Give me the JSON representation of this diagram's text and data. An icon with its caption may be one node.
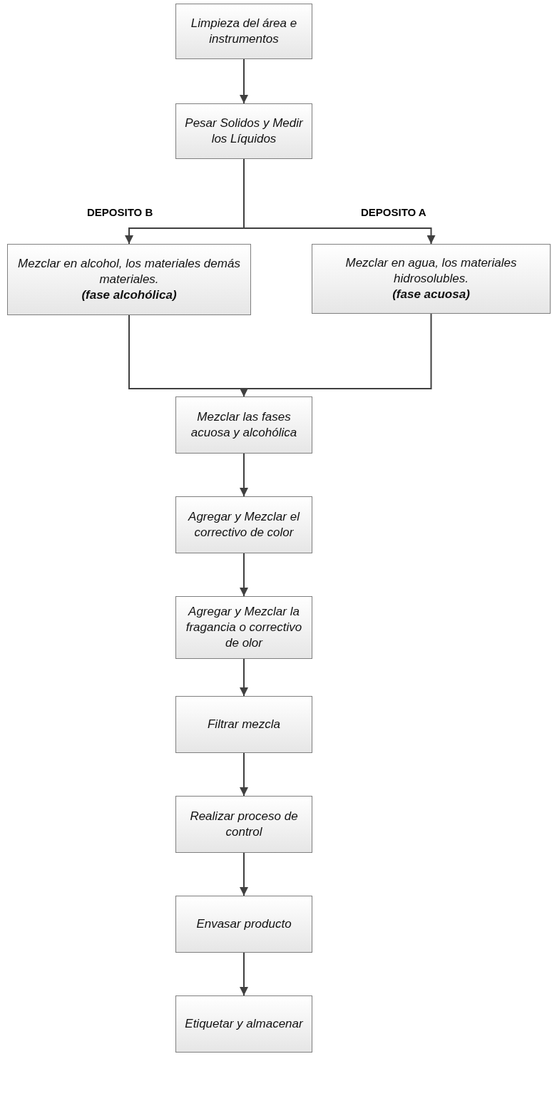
{
  "diagram": {
    "nodes": [
      {
        "text": [
          "Limpieza del área e instrumentos"
        ]
      },
      {
        "text": [
          "Pesar Solidos y  Medir los Líquidos"
        ]
      },
      {
        "text": [
          "Mezclar en alcohol, los materiales demás materiales.",
          "(fase alcohólica)"
        ]
      },
      {
        "text": [
          "Mezclar en agua, los materiales hidrosolubles.",
          "(fase acuosa)"
        ]
      },
      {
        "text": [
          "Mezclar las fases acuosa y alcohólica"
        ]
      },
      {
        "text": [
          "Agregar y Mezclar el correctivo de color"
        ]
      },
      {
        "text": [
          "Agregar y Mezclar la fragancia o correctivo de olor"
        ]
      },
      {
        "text": [
          "Filtrar mezcla"
        ]
      },
      {
        "text": [
          "Realizar proceso de control"
        ]
      },
      {
        "text": [
          "Envasar producto"
        ]
      },
      {
        "text": [
          "Etiquetar y almacenar"
        ]
      }
    ],
    "edges": [
      {
        "from": 0,
        "to": 1,
        "arrow": "to"
      },
      {
        "from": 1,
        "to": 2,
        "arrow": "to"
      },
      {
        "from": 1,
        "to": 3,
        "arrow": "to"
      },
      {
        "from": 2,
        "to": 4,
        "arrow": "to"
      },
      {
        "from": 3,
        "to": 4,
        "arrow": "to"
      },
      {
        "from": 4,
        "to": 5,
        "arrow": "to"
      },
      {
        "from": 5,
        "to": 6,
        "arrow": "to"
      },
      {
        "from": 6,
        "to": 7,
        "arrow": "to"
      },
      {
        "from": 7,
        "to": 8,
        "arrow": "to"
      },
      {
        "from": 8,
        "to": 9,
        "arrow": "to"
      },
      {
        "from": 9,
        "to": 10,
        "arrow": "to"
      }
    ],
    "labels": [
      "DEPOSITO B",
      "DEPOSITO A"
    ]
  }
}
